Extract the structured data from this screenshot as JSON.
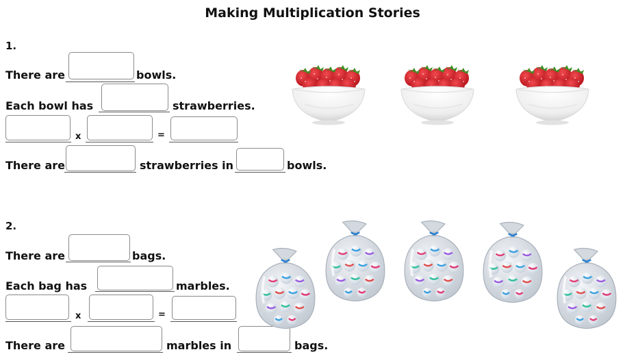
{
  "title": "Making Multiplication Stories",
  "problem1": {
    "number": "1.",
    "line1_pre": "There are",
    "line1_post": "bowls.",
    "line2_pre": "Each bowl has",
    "line2_post": "strawberries.",
    "times_symbol": "x",
    "equals_symbol": "=",
    "line4_pre": "There are",
    "line4_mid": "strawberries in",
    "line4_post": "bowls.",
    "picture": "strawberry-bowl-icon"
  },
  "problem2": {
    "number": "2.",
    "line1_pre": "There are",
    "line1_post": "bags.",
    "line2_pre": "Each bag has",
    "line2_post": "marbles.",
    "times_symbol": "x",
    "equals_symbol": "=",
    "line4_pre": "There are",
    "line4_mid": "marbles in",
    "line4_post": "bags.",
    "picture": "marble-bag-icon"
  },
  "colors": {
    "strawberry": "#d9222a",
    "leaf": "#3f8f25",
    "bowl": "#f2f2f2",
    "bag": "#cdd3da",
    "ribbon": "#2a7fd0"
  }
}
